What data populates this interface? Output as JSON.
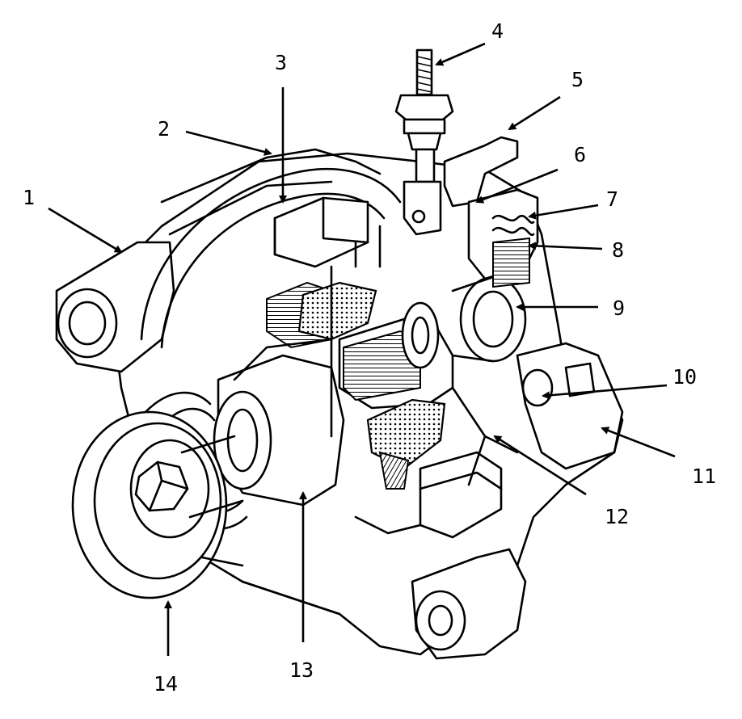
{
  "colors": {
    "ink": "#000000",
    "background": "#ffffff"
  },
  "callouts": [
    {
      "id": "1",
      "label": "1"
    },
    {
      "id": "2",
      "label": "2"
    },
    {
      "id": "3",
      "label": "3"
    },
    {
      "id": "4",
      "label": "4"
    },
    {
      "id": "5",
      "label": "5"
    },
    {
      "id": "6",
      "label": "6"
    },
    {
      "id": "7",
      "label": "7"
    },
    {
      "id": "8",
      "label": "8"
    },
    {
      "id": "9",
      "label": "9"
    },
    {
      "id": "10",
      "label": "10"
    },
    {
      "id": "11",
      "label": "11"
    },
    {
      "id": "12",
      "label": "12"
    },
    {
      "id": "13",
      "label": "13"
    },
    {
      "id": "14",
      "label": "14"
    }
  ]
}
